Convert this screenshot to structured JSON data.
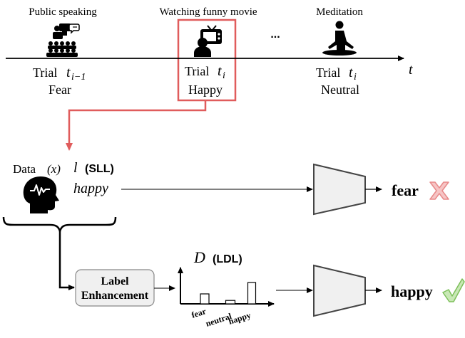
{
  "timeline": {
    "axis_label": "t",
    "ellipsis": "...",
    "trials": [
      {
        "caption": "Public speaking",
        "trial_word": "Trial",
        "trial_symbol": "t",
        "trial_sub": "i−1",
        "emotion": "Fear",
        "icon": "public-speaking-icon"
      },
      {
        "caption": "Watching funny movie",
        "trial_word": "Trial",
        "trial_symbol": "t",
        "trial_sub": "i",
        "emotion": "Happy",
        "icon": "tv-viewer-icon",
        "highlighted": true
      },
      {
        "caption": "Meditation",
        "trial_word": "Trial",
        "trial_symbol": "t",
        "trial_sub": "i",
        "emotion": "Neutral",
        "icon": "meditation-icon"
      }
    ]
  },
  "data_block": {
    "data_label": "Data",
    "data_symbol": "(x)",
    "label_symbol": "l",
    "sll_tag": "(SLL)",
    "label_value": "happy",
    "icon": "brain-signal-icon"
  },
  "upper_branch": {
    "output": "fear",
    "result_icon": "cross-icon",
    "result_color": "#e88a8a"
  },
  "label_enhancement": {
    "line1": "Label",
    "line2": "Enhancement"
  },
  "ldl": {
    "symbol": "D",
    "tag": "(LDL)",
    "chart_data": {
      "type": "bar",
      "categories": [
        "fear",
        "neutral",
        "happy"
      ],
      "values": [
        0.35,
        0.12,
        0.75
      ],
      "title": "",
      "xlabel": "",
      "ylabel": ""
    }
  },
  "lower_branch": {
    "output": "happy",
    "result_icon": "check-icon",
    "result_color": "#7dbf5a"
  },
  "colors": {
    "highlight": "#e05c5c",
    "model_fill": "#f0f0f0",
    "model_stroke": "#444444"
  }
}
